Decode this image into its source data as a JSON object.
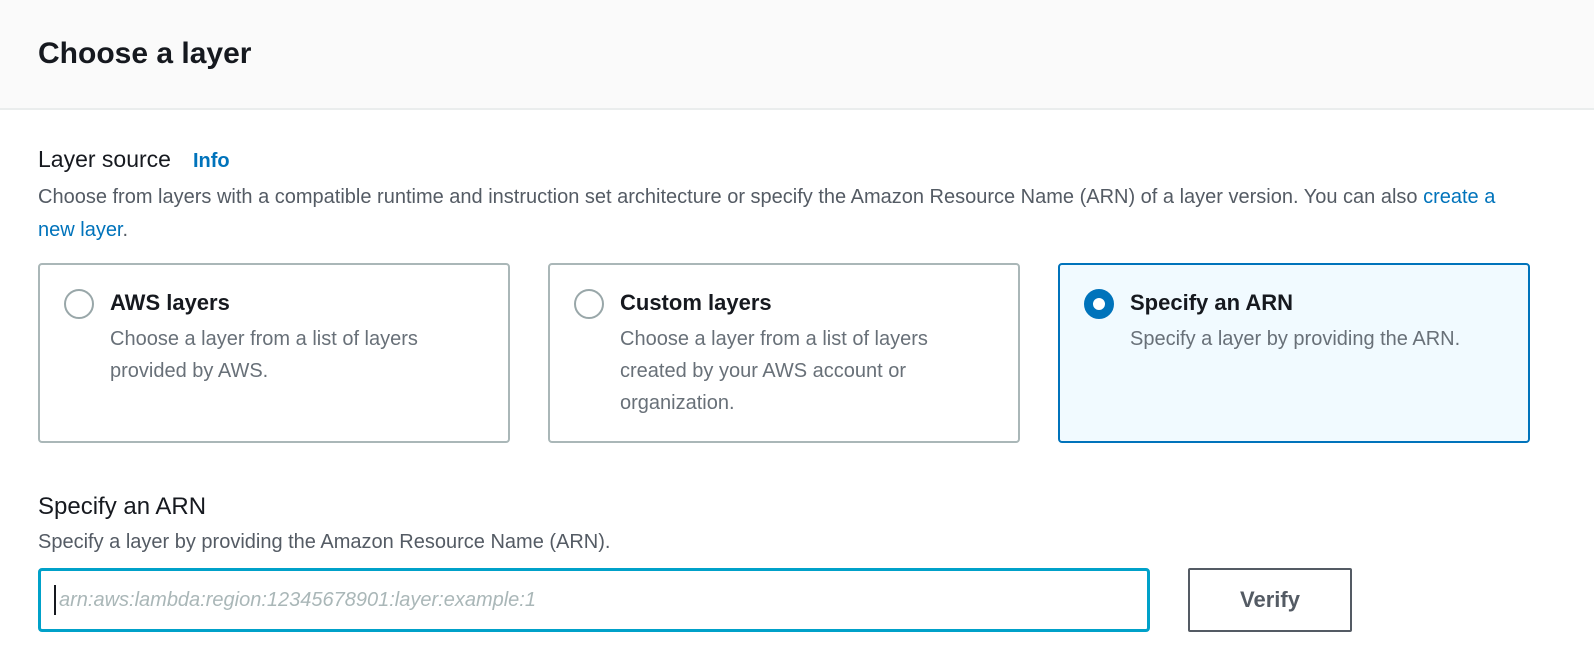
{
  "page": {
    "title": "Choose a layer"
  },
  "layer_source": {
    "label": "Layer source",
    "info_label": "Info",
    "description_before_link": "Choose from layers with a compatible runtime and instruction set architecture or specify the Amazon Resource Name (ARN) of a layer version. You can also ",
    "link_text": "create a new layer",
    "description_after_link": ".",
    "options": [
      {
        "title": "AWS layers",
        "description": "Choose a layer from a list of layers provided by AWS.",
        "selected": false
      },
      {
        "title": "Custom layers",
        "description": "Choose a layer from a list of layers created by your AWS account or organization.",
        "selected": false
      },
      {
        "title": "Specify an ARN",
        "description": "Specify a layer by providing the ARN.",
        "selected": true
      }
    ]
  },
  "arn_section": {
    "label": "Specify an ARN",
    "description": "Specify a layer by providing the Amazon Resource Name (ARN).",
    "input_value": "",
    "input_placeholder": "arn:aws:lambda:region:12345678901:layer:example:1",
    "verify_label": "Verify"
  },
  "colors": {
    "accent_blue": "#0073bb",
    "focus_border": "#00a1c9",
    "selected_card_bg": "#f1faff",
    "header_bg": "#fafafa",
    "divider": "#eaeded",
    "heading_text": "#16191f",
    "secondary_text": "#545b64",
    "muted_text": "#687078",
    "card_border": "#aab7b8",
    "button_border": "#545b64"
  }
}
